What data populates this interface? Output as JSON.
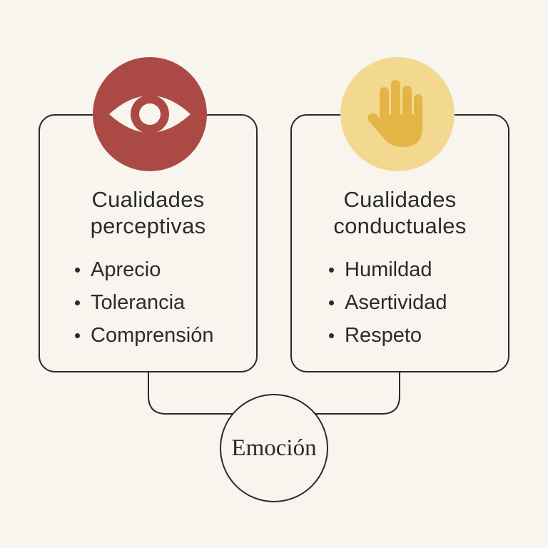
{
  "diagram": {
    "left_card": {
      "icon": "eye-icon",
      "icon_color": "#ab4a45",
      "title_line1": "Cualidades",
      "title_line2": "perceptivas",
      "items": [
        "Aprecio",
        "Tolerancia",
        "Comprensión"
      ]
    },
    "right_card": {
      "icon": "hand-icon",
      "icon_color": "#f3d98f",
      "icon_fg_color": "#e3b547",
      "title_line1": "Cualidades",
      "title_line2": "conductuales",
      "items": [
        "Humildad",
        "Asertividad",
        "Respeto"
      ]
    },
    "center_node": {
      "label": "Emoción"
    },
    "colors": {
      "background": "#f8f5ee",
      "line": "#2a2a2a",
      "text": "#2b2b2b"
    }
  }
}
